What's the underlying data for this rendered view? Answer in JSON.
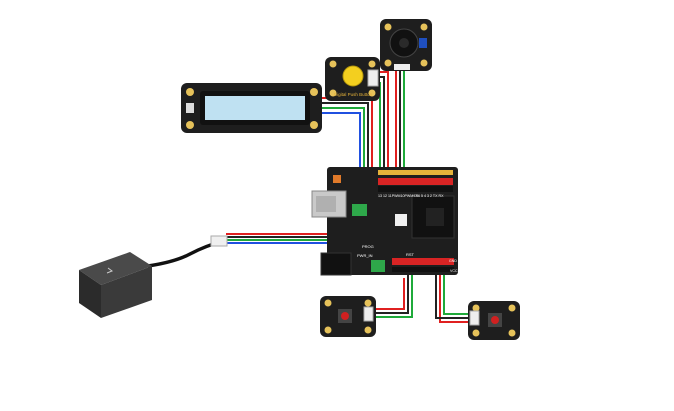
{
  "components": {
    "push_button": {
      "label": "Digital Push Button"
    },
    "board": {
      "pin_labels_digital": "13 12 11PWM10PWM9 8",
      "pin_labels_pwm": "7 6 5 4 3 2 TX RX",
      "label_power": "PWR_IN",
      "label_reset": "RST",
      "label_prog": "PROG",
      "label_vcc": "VCC",
      "label_gnd": "GND"
    }
  },
  "colors": {
    "wire_red": "#e02020",
    "wire_black": "#222222",
    "wire_green": "#1faa3a",
    "wire_blue": "#2050e0",
    "board": "#1e1e1e",
    "header_red": "#d82424",
    "module_gold": "#e6b33a",
    "lcd_screen": "#bfe1f2"
  }
}
